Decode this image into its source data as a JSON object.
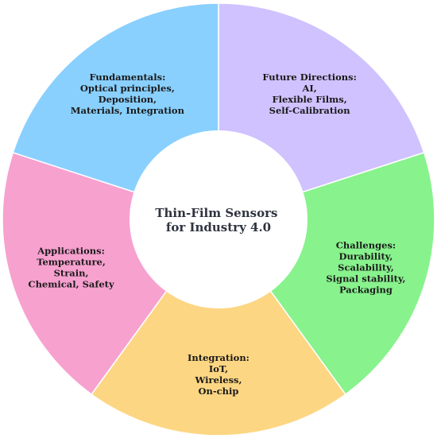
{
  "center": {
    "lines": [
      "Thin-Film Sensors",
      "for Industry 4.0"
    ]
  },
  "segments": [
    {
      "id": "future-directions",
      "color": "#cfc2ff",
      "lines": [
        "Future Directions:",
        "AI,",
        "Flexible Films,",
        "Self-Calibration"
      ]
    },
    {
      "id": "challenges",
      "color": "#88f28d",
      "lines": [
        "Challenges:",
        "Durability,",
        "Scalability,",
        "Signal stability,",
        "Packaging"
      ]
    },
    {
      "id": "integration",
      "color": "#fdd683",
      "lines": [
        "Integration:",
        "IoT,",
        "Wireless,",
        "On-chip"
      ]
    },
    {
      "id": "applications",
      "color": "#f7a1cf",
      "lines": [
        "Applications:",
        "Temperature,",
        "Strain,",
        "Chemical, Safety"
      ]
    },
    {
      "id": "fundamentals",
      "color": "#89d0ff",
      "lines": [
        "Fundamentals:",
        "Optical principles,",
        "Deposition,",
        "Materials, Integration"
      ]
    }
  ]
}
